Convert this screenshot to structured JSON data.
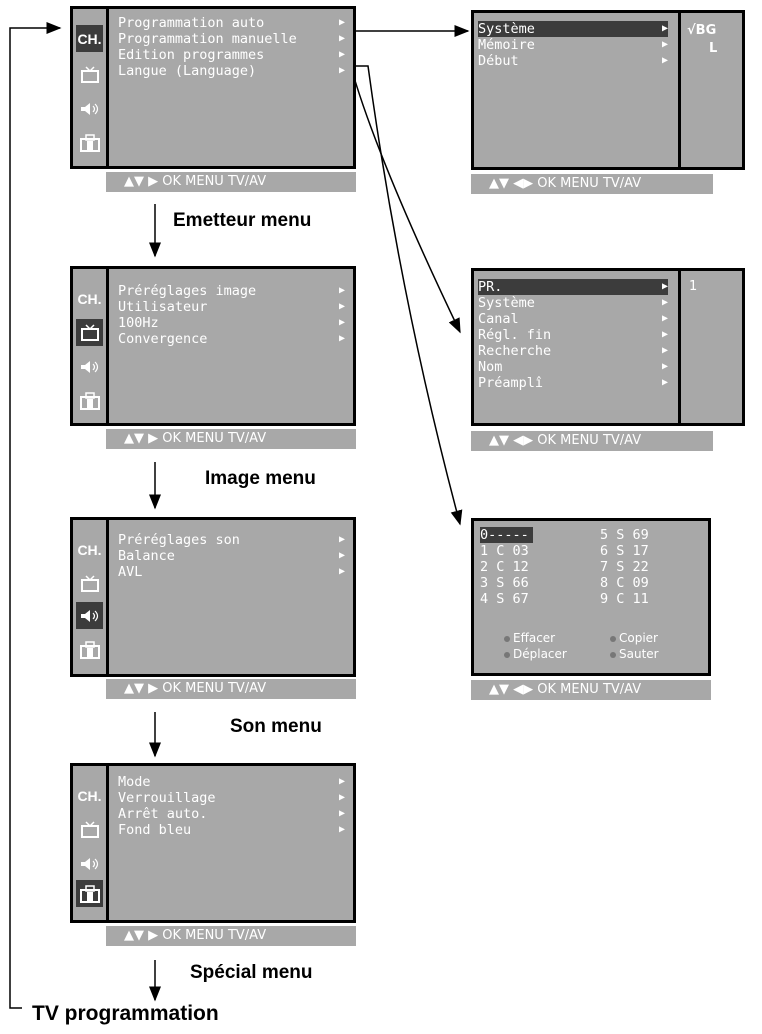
{
  "icons": {
    "ch": "CH.",
    "tv": "tv-icon",
    "sound": "speaker-icon",
    "special": "case-icon"
  },
  "nav_bar": "▲▼ ▶ OK MENU TV/AV",
  "nav_bar_lr": "▲▼ ◀▶ OK MENU TV/AV",
  "menus": {
    "emetteur": {
      "label": "Emetteur menu",
      "items": [
        "Programmation auto",
        "Programmation manuelle",
        "Edition programmes",
        "Langue (Language)"
      ]
    },
    "image": {
      "label": "Image menu",
      "items": [
        "Préréglages image",
        "Utilisateur",
        "100Hz",
        "Convergence"
      ]
    },
    "son": {
      "label": "Son menu",
      "items": [
        "Préréglages son",
        "Balance",
        "AVL"
      ]
    },
    "special": {
      "label": "Spécial menu",
      "items": [
        "Mode",
        "Verrouillage",
        "Arrêt auto.",
        "Fond bleu"
      ]
    }
  },
  "auto_prog": {
    "items": [
      "Système",
      "Mémoire",
      "Début"
    ],
    "options": [
      "√BG",
      "L"
    ]
  },
  "manual_prog": {
    "items": [
      "PR.",
      "Système",
      "Canal",
      "Régl. fin",
      "Recherche",
      "Nom",
      "Préamplî"
    ],
    "value": "1"
  },
  "edit_prog": {
    "rows": [
      [
        "0-----",
        "5 S 69"
      ],
      [
        "1 C 03",
        "6 S 17"
      ],
      [
        "2 C 12",
        "7 S 22"
      ],
      [
        "3 S 66",
        "8 C 09"
      ],
      [
        "4 S 67",
        "9 C 11"
      ]
    ],
    "options": [
      "Effacer",
      "Copier",
      "Déplacer",
      "Sauter"
    ]
  },
  "footer_label": "TV programmation"
}
